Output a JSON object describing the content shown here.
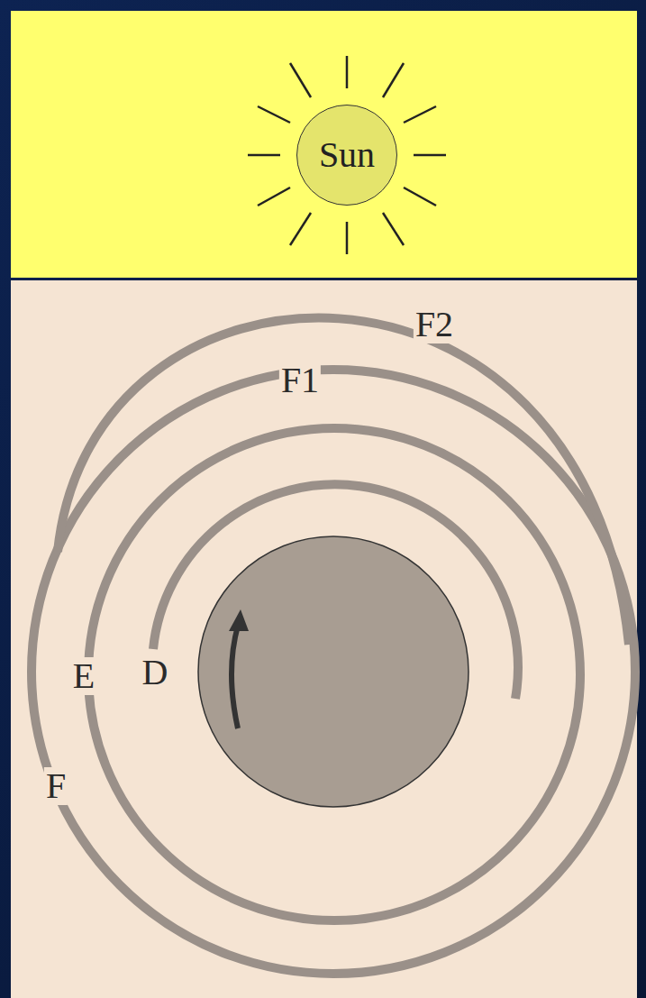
{
  "diagram": {
    "nodes": [
      {
        "text": [
          "Sun"
        ]
      }
    ],
    "labels": [
      "F2",
      "F1",
      "E",
      "D",
      "F"
    ]
  }
}
